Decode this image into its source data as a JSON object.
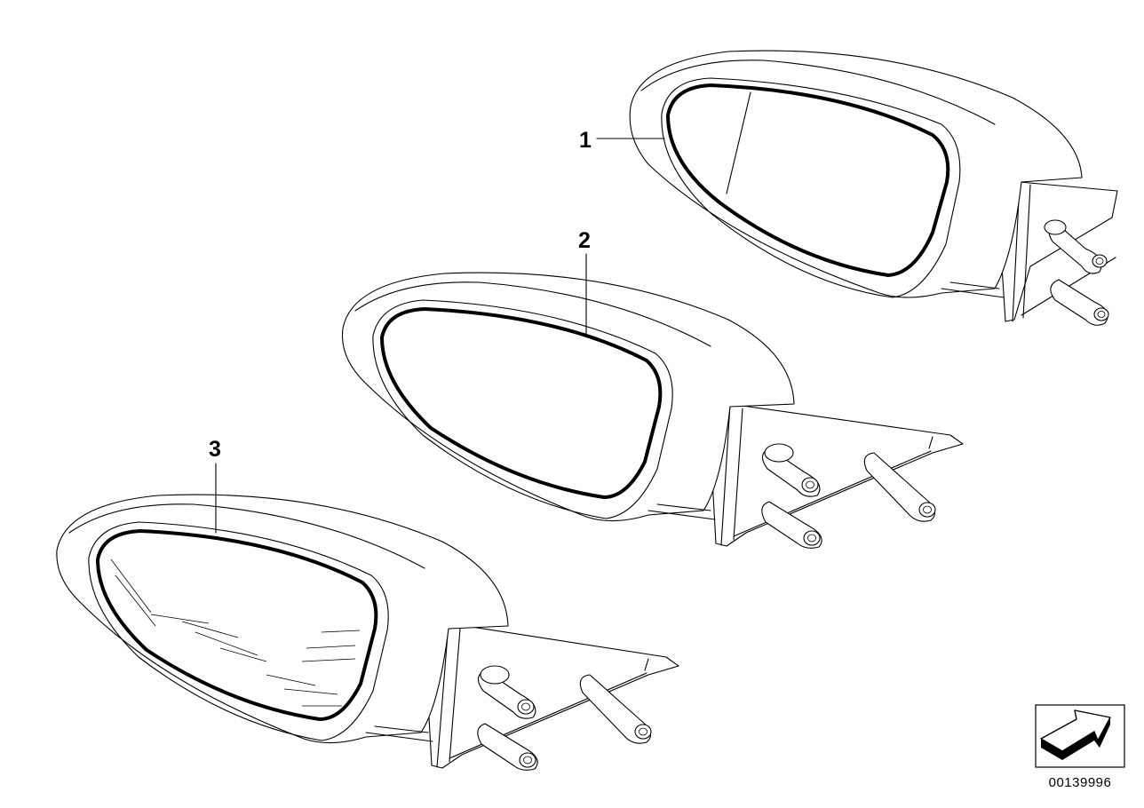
{
  "diagram": {
    "callouts": [
      {
        "id": "callout-1",
        "label": "1"
      },
      {
        "id": "callout-2",
        "label": "2"
      },
      {
        "id": "callout-3",
        "label": "3"
      }
    ],
    "diagram_number": "00139996",
    "parts": [
      {
        "name": "mirror-glass-1",
        "callout": "1"
      },
      {
        "name": "mirror-glass-2",
        "callout": "2"
      },
      {
        "name": "mirror-glass-3",
        "callout": "3"
      }
    ]
  }
}
